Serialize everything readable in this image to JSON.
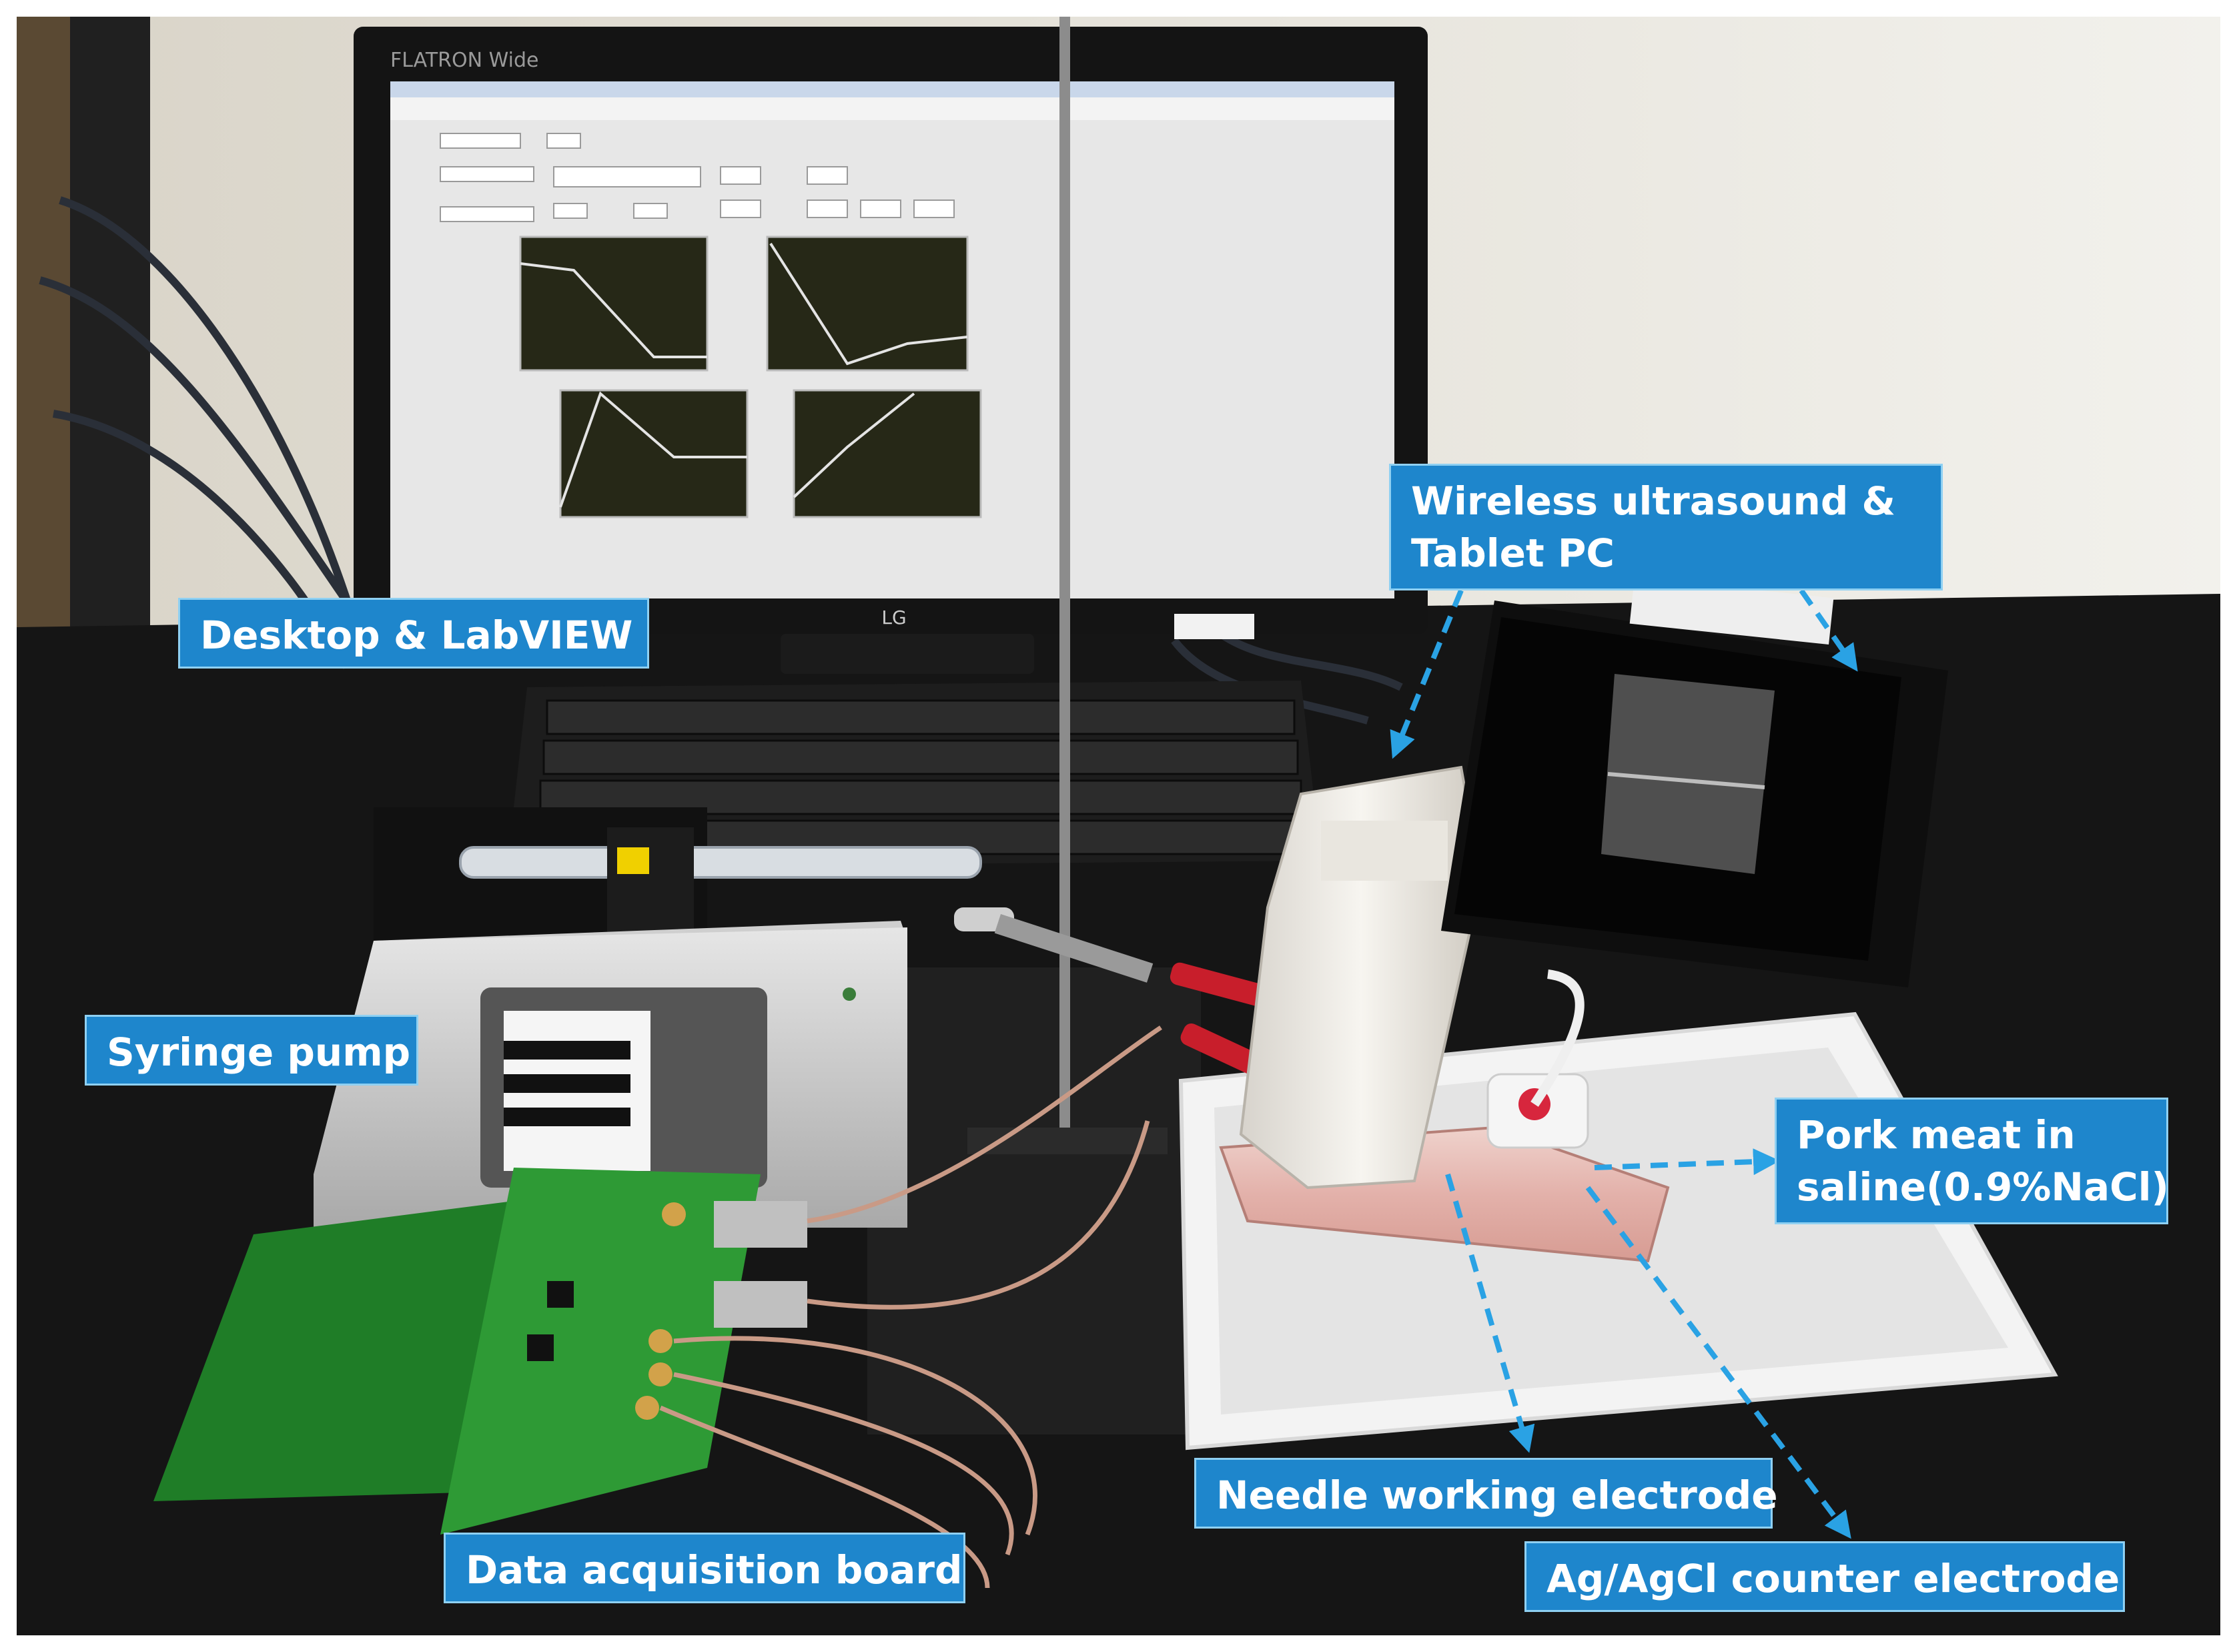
{
  "monitor": {
    "brand": "FLATRON Wide",
    "logo": "LG"
  },
  "callouts": {
    "desktop": "Desktop & LabVIEW",
    "wireless_line1": "Wireless ultrasound &",
    "wireless_line2": "Tablet PC",
    "syringe": "Syringe pump",
    "pork_line1": "Pork meat in",
    "pork_line2": "saline(0.9%NaCl)",
    "daq": "Data acquisition board",
    "needle": "Needle working electrode",
    "counter": "Ag/AgCl counter electrode"
  },
  "colors": {
    "callout_fill": "#1e86cc",
    "callout_border": "#8fd0f2",
    "arrow": "#2aa2e4",
    "desk": "#151515",
    "pcb": "#1f7d27",
    "wall": "#e9e8e3"
  }
}
